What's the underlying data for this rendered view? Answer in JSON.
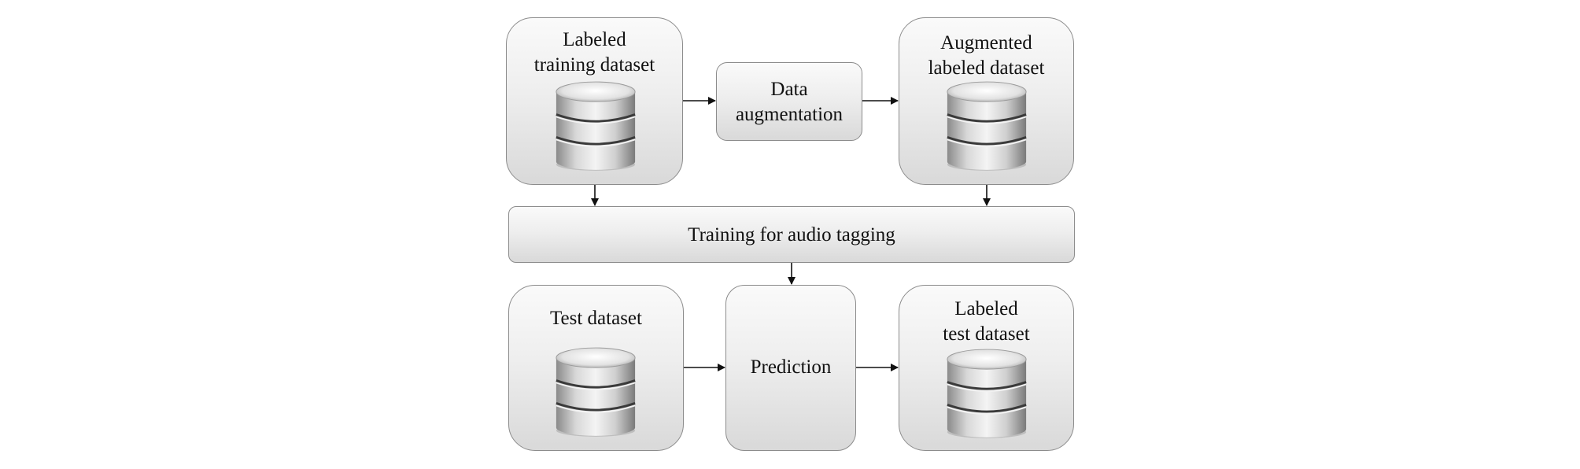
{
  "nodes": {
    "labeled_training": {
      "lines": [
        "Labeled",
        "training  dataset"
      ]
    },
    "data_augmentation": {
      "lines": [
        "Data",
        "augmentation"
      ]
    },
    "augmented_labeled": {
      "lines": [
        "Augmented",
        "labeled  dataset"
      ]
    },
    "training": {
      "text": "Training  for audio tagging"
    },
    "test_dataset": {
      "lines": [
        "Test dataset"
      ]
    },
    "prediction": {
      "text": "Prediction"
    },
    "labeled_test": {
      "lines": [
        "Labeled",
        "test dataset"
      ]
    }
  },
  "icons": {
    "database": "database-icon"
  },
  "colors": {
    "box_border": "#8c8c8c",
    "arrow": "#111111"
  }
}
